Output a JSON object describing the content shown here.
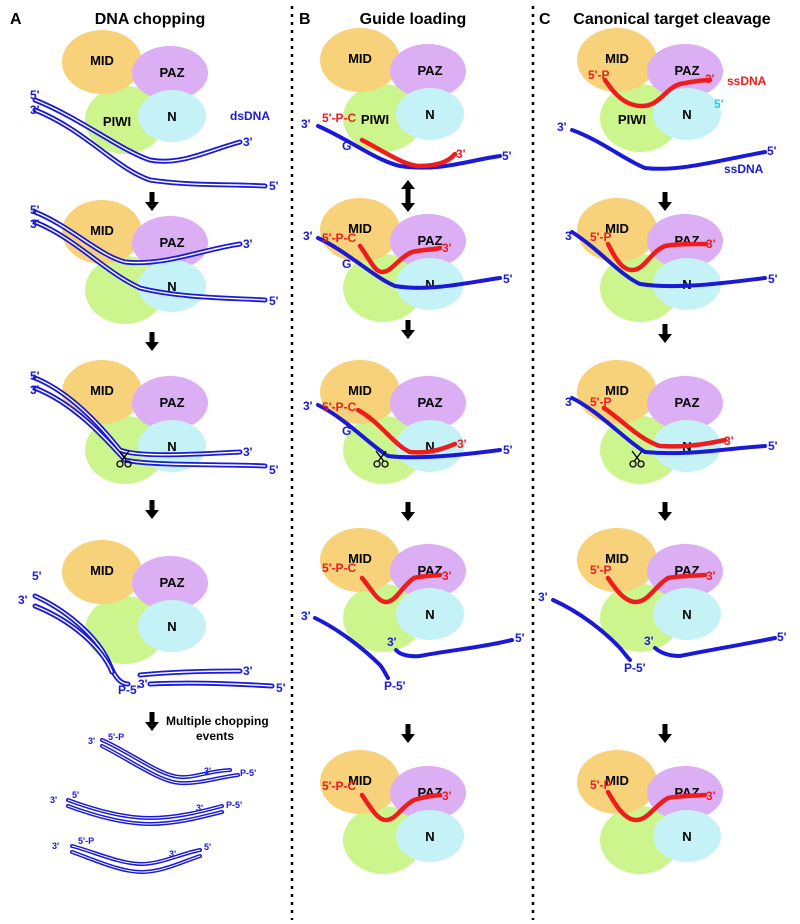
{
  "colors": {
    "mid": "#f8d27a",
    "paz": "#dcaef4",
    "piwi": "#cdf58d",
    "n": "#c4f2f6",
    "dna": "#1a1ad6",
    "guide": "#ee1c1c",
    "cyan": "#22ccee",
    "arrow": "#000000"
  },
  "panels": {
    "a": {
      "letter": "A",
      "title": "DNA chopping"
    },
    "b": {
      "letter": "B",
      "title": "Guide loading"
    },
    "c": {
      "letter": "C",
      "title": "Canonical target cleavage"
    }
  },
  "domains": {
    "mid": "MID",
    "paz": "PAZ",
    "piwi": "PIWI",
    "n": "N"
  },
  "labels": {
    "p5": "5'",
    "p3": "3'",
    "dsdna": "dsDNA",
    "ssdna": "ssDNA",
    "p_5": "P-5'",
    "p5_p": "5'-P",
    "p5_pc": "5'-P-C",
    "g": "G",
    "multiple_line1": "Multiple chopping",
    "multiple_line2": "events"
  },
  "icons": {
    "cut": "scissors-icon",
    "step": "arrow-down-icon",
    "equilibrium": "double-arrow-icon"
  }
}
